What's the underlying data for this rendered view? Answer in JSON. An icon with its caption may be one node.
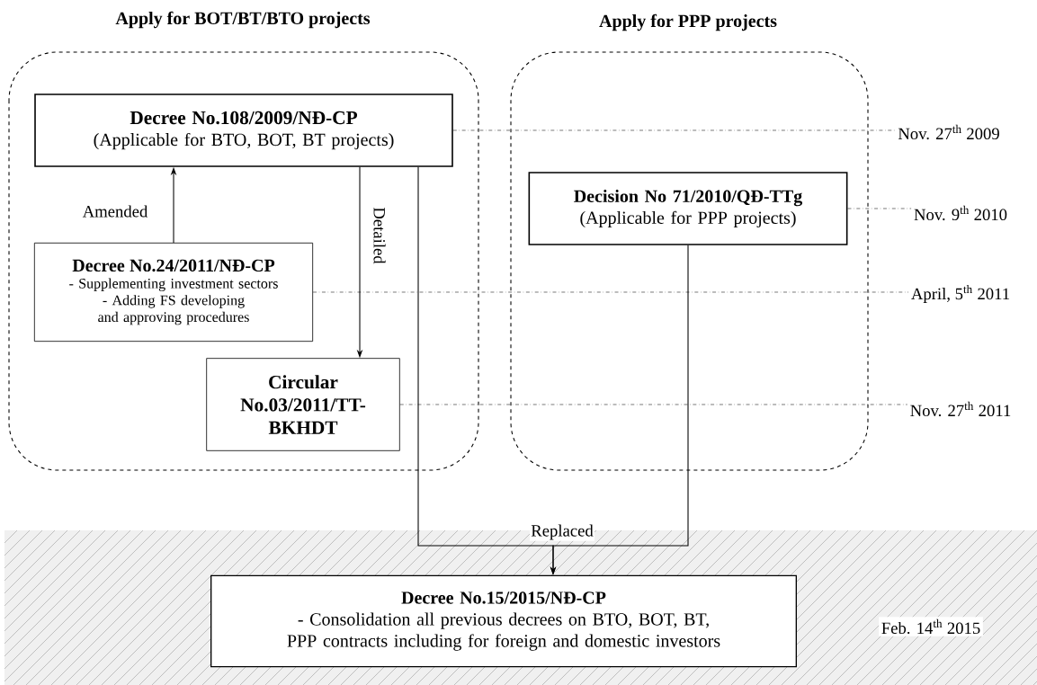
{
  "diagram": {
    "nodes": [
      {
        "text": [
          "Apply  for BOT/BT/BTO projects"
        ]
      },
      {
        "text": [
          "Apply  for PPP projects"
        ]
      },
      {
        "text": [
          "Decree No.108/2009/NĐ-CP",
          "(Applicable  for BTO, BOT, BT projects)"
        ],
        "in": 0
      },
      {
        "text": [
          "Decree No.24/2011/NĐ-CP",
          "- Supplementing investment sectors",
          "- Adding FS developing and approving procedures"
        ],
        "in": 0
      },
      {
        "text": [
          "Circular No.03/2011/TT-BKHDT"
        ],
        "in": 0
      },
      {
        "text": [
          "Decision No 71/2010/QĐ-TTg",
          "(Applicable  for PPP projects)"
        ],
        "in": 1
      },
      {
        "text": [
          "Decree No.15/2015/NĐ-CP",
          "- Consolidation all previous decrees on BTO, BOT, BT, PPP contracts including for foreign and domestic investors"
        ]
      },
      {
        "text": [
          "Nov. 27$^{th}$ 2009"
        ]
      },
      {
        "text": [
          "Nov. 9$^{th}$ 2010"
        ]
      },
      {
        "text": [
          "April, 5$^{th}$ 2011"
        ]
      },
      {
        "text": [
          "Nov. 27$^{th}$ 2011"
        ]
      }
    ],
    "edges": [
      {
        "from": 3,
        "to": 2,
        "arrow": "to",
        "label": "Amended"
      },
      {
        "from": 2,
        "to": 4,
        "arrow": "to",
        "label": "Detailed"
      },
      {
        "from": 2,
        "to": 6,
        "arrow": "to",
        "label": "Replaced"
      },
      {
        "from": 5,
        "to": 6,
        "arrow": "to"
      },
      {
        "from": 2,
        "to": 7,
        "arrow": "none",
        "style": "dashed"
      },
      {
        "from": 5,
        "to": 8,
        "arrow": "none",
        "style": "dashed"
      },
      {
        "from": 3,
        "to": 9,
        "arrow": "none",
        "style": "dashed"
      },
      {
        "from": 4,
        "to": 10,
        "arrow": "none",
        "style": "dashed"
      }
    ],
    "labels": [
      "Feb. 14$^{th}$ 2015"
    ]
  }
}
